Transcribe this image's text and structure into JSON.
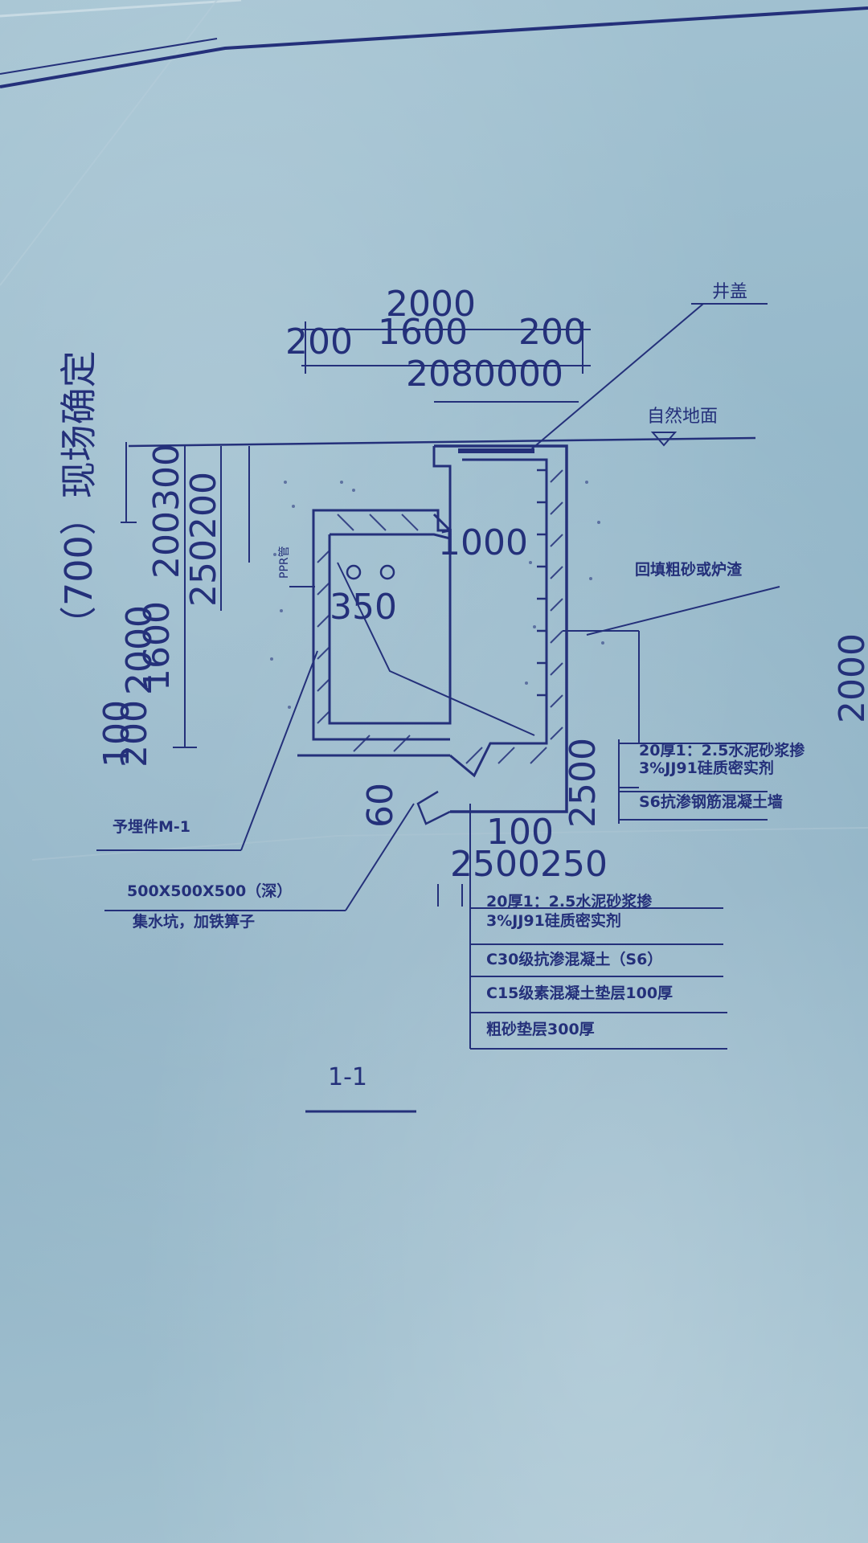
{
  "drawing": {
    "title": "1-1",
    "vertical_note": "（700）现场确定",
    "labels": {
      "well_cover": "井盖",
      "natural_ground": "自然地面",
      "backfill": "回填粗砂或炉渣",
      "wall_plaster_1": "20厚1：2.5水泥砂浆掺",
      "wall_plaster_2": "3%JJ91硅质密实剂",
      "wall_concrete": "S6抗渗钢筋混凝土墙",
      "embedded_part": "予埋件M-1",
      "sump_1": "500X500X500（深）",
      "sump_2": "集水坑，加铁箅子",
      "floor_plaster_1": "20厚1：2.5水泥砂浆掺",
      "floor_plaster_2": "3%JJ91硅质密实剂",
      "floor_slab": "C30级抗渗混凝土（S6）",
      "cushion": "C15级素混凝土垫层100厚",
      "sand": "粗砂垫层300厚",
      "pipe_note": "PPR管"
    },
    "dimensions": {
      "top_total": "2000",
      "top_left": "200",
      "top_mid": "1600",
      "top_right": "200",
      "second_row": "2080000",
      "interior_width": "1000",
      "pipe_offset": "350",
      "left_200300": "200300",
      "left_250200": "250200",
      "left_2000": "2000",
      "left_1600": "1600",
      "left_200": "200",
      "left_100": "100",
      "sump_60": "60",
      "bottom_dims": "2500250",
      "bottom_100": "100",
      "right_2500": "2500",
      "far_right": "2000"
    }
  }
}
